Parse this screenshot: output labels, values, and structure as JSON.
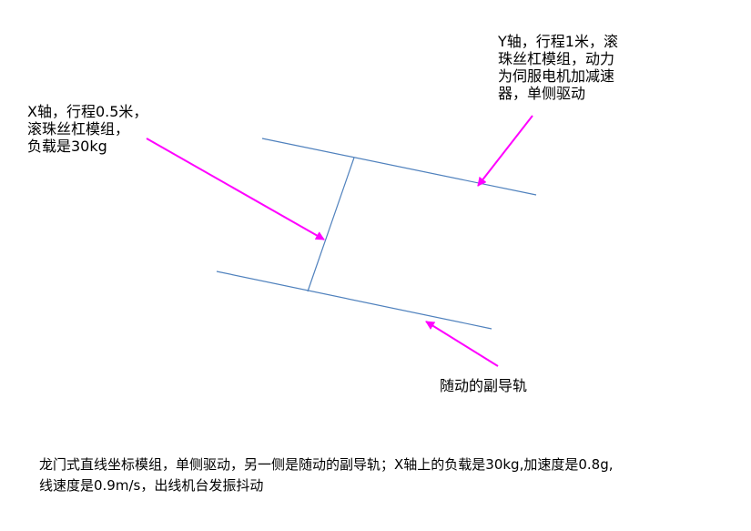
{
  "colors": {
    "rail": "#4f81bd",
    "arrow": "#ff00ff",
    "text": "#000000",
    "background": "#ffffff"
  },
  "labels": {
    "x_axis": {
      "lines": [
        "X轴，行程0.5米，",
        "滚珠丝杠模组，",
        "负载是30kg"
      ]
    },
    "y_axis": {
      "lines": [
        "Y轴，行程1米，滚",
        "珠丝杠模组，动力",
        "为伺服电机加减速",
        "器，单侧驱动"
      ]
    },
    "guide_rail": {
      "text": "随动的副导轨"
    }
  },
  "caption": {
    "lines": [
      "龙门式直线坐标模组，单侧驱动，另一侧是随动的副导轨；X轴上的负载是30kg,加速度是0.8g,",
      "线速度是0.9m/s，出线机台发振抖动"
    ]
  }
}
